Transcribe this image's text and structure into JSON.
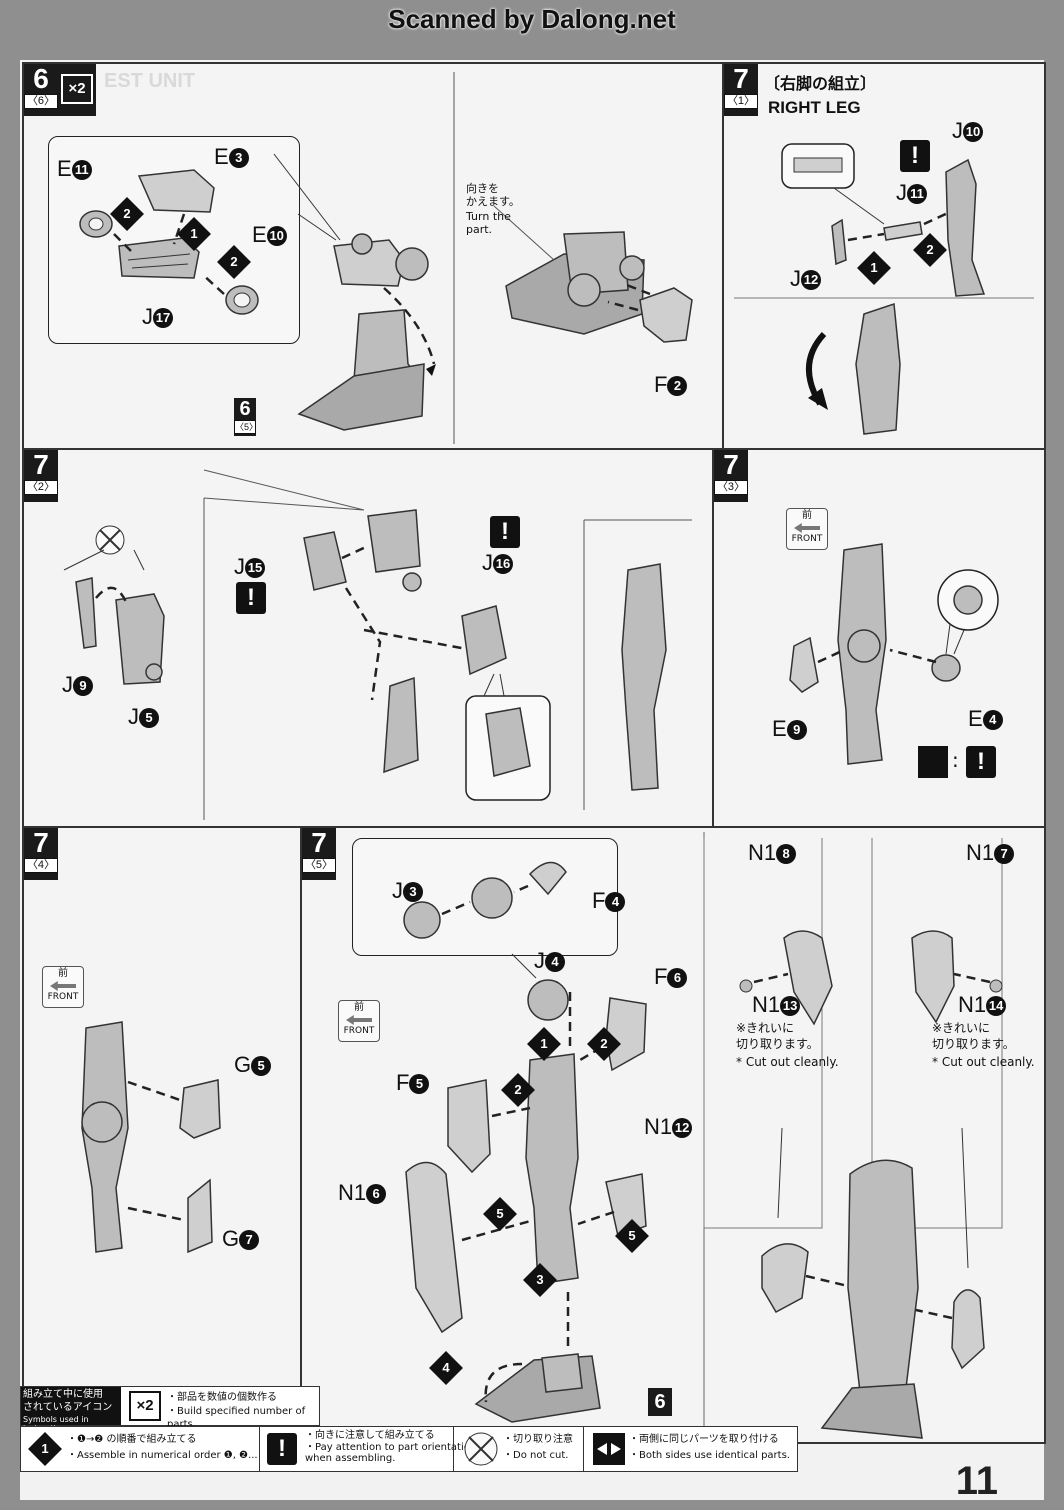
{
  "header": {
    "scan_credit": "Scanned by Dalong.net"
  },
  "step6_6": {
    "step": "6",
    "sub": "〈6〉",
    "multiplier": "×2",
    "parts": {
      "e11": "E",
      "e11_n": "11",
      "e3": "E",
      "e3_n": "3",
      "e10": "E",
      "e10_n": "10",
      "j17": "J",
      "j17_n": "17",
      "f2": "F",
      "f2_n": "2"
    },
    "ref_step": "6",
    "ref_sub": "〈5〉",
    "turn_note_jp": "向きを\nかえます。",
    "turn_note_en": "Turn the\npart."
  },
  "step7_1": {
    "step": "7",
    "sub": "〈1〉",
    "title_jp": "〔右脚の組立〕",
    "title_en": "RIGHT LEG",
    "parts": {
      "j10": "J",
      "j10_n": "10",
      "j11": "J",
      "j11_n": "11",
      "j12": "J",
      "j12_n": "12"
    }
  },
  "step7_2": {
    "step": "7",
    "sub": "〈2〉",
    "parts": {
      "j9": "J",
      "j9_n": "9",
      "j5": "J",
      "j5_n": "5",
      "j15": "J",
      "j15_n": "15",
      "j16": "J",
      "j16_n": "16"
    }
  },
  "step7_3": {
    "step": "7",
    "sub": "〈3〉",
    "front_jp": "前",
    "front_en": "FRONT",
    "parts": {
      "e9": "E",
      "e9_n": "9",
      "e4": "E",
      "e4_n": "4"
    }
  },
  "step7_4": {
    "step": "7",
    "sub": "〈4〉",
    "front_jp": "前",
    "front_en": "FRONT",
    "parts": {
      "g5": "G",
      "g5_n": "5",
      "g7": "G",
      "g7_n": "7"
    }
  },
  "step7_5": {
    "step": "7",
    "sub": "〈5〉",
    "front_jp": "前",
    "front_en": "FRONT",
    "parts": {
      "j3": "J",
      "j3_n": "3",
      "j4": "J",
      "j4_n": "4",
      "f4": "F",
      "f4_n": "4",
      "f6": "F",
      "f6_n": "6",
      "f5": "F",
      "f5_n": "5",
      "n1_12": "N1",
      "n1_12_n": "12",
      "n1_6": "N1",
      "n1_6_n": "6",
      "n1_8": "N1",
      "n1_8_n": "8",
      "n1_7": "N1",
      "n1_7_n": "7",
      "n1_13": "N1",
      "n1_13_n": "13",
      "n1_14": "N1",
      "n1_14_n": "14"
    },
    "ref_step": "6",
    "cut_note_jp": "※きれいに\n切り取ります。",
    "cut_note_en": "* Cut out cleanly."
  },
  "legend": {
    "header_jp": "組み立て中に使用\nされているアイコン",
    "header_en": "Symbols used in instructions",
    "x2_label": "×2",
    "x2_jp": "・部品を数値の個数作る",
    "x2_en": "・Build specified number of parts.",
    "order_jp": "・❶→❷ の順番で組み立てる",
    "order_en": "・Assemble in numerical order ❶, ❷...",
    "orient_jp": "・向きに注意して組み立てる",
    "orient_en": "・Pay attention to part orientation\n when assembling.",
    "nocut_jp": "・切り取り注意",
    "nocut_en": "・Do not cut.",
    "both_jp": "・両側に同じパーツを取り付ける",
    "both_en": "・Both sides use identical parts."
  },
  "page_number": "11"
}
